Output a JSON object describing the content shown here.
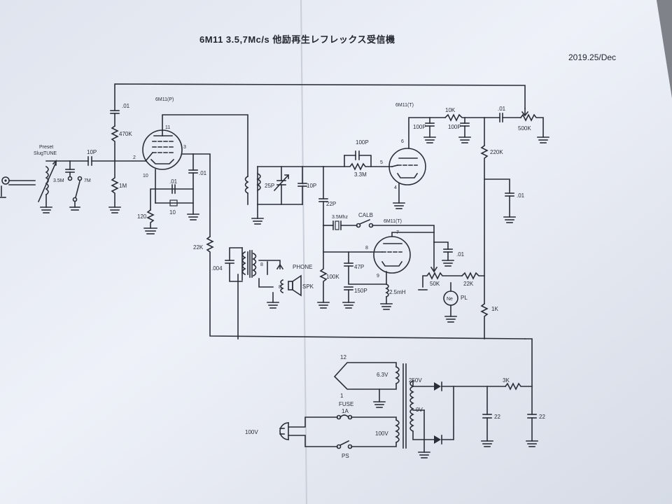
{
  "title": "6M11   3.5,7Mc/s  他励再生レフレックス受信機",
  "date": "2019.25/Dec",
  "tubes": {
    "t1": "6M11(P)",
    "t2": "6M11(T)",
    "t3": "6M11(T)"
  },
  "pins": {
    "p11": "11",
    "p2": "2",
    "p3": "3",
    "p10": "10",
    "p6": "6",
    "p5": "5",
    "p4": "4",
    "p7": "7",
    "p8": "8",
    "p9": "9",
    "p12": "12",
    "p1": "1",
    "p8b": "8",
    "p8c": "8"
  },
  "labels": {
    "preset": "Preset",
    "slugtune": "SlugTUNE",
    "band35": "3.5M",
    "band7": "7M",
    "c01a": ".01",
    "r470k": "470K",
    "c10p": "10P",
    "r1m": "1M",
    "c01b": ".01",
    "c01c": ".01",
    "c10": "10",
    "r120": "120",
    "r22k": "22K",
    "c004": ".004",
    "c25p": "25P",
    "c10pb": "10P",
    "c100p": "100P",
    "r33m": "3.3M",
    "c22p": "22P",
    "x35": "3.5Mhz",
    "calb": "CALB",
    "c47p": "47P",
    "c150p": "150P",
    "r100k": "100K",
    "l25mh": "2.5mH",
    "phone": "PHONE",
    "spk": "SPK",
    "c100pa": "100P",
    "r10k": "10K",
    "c100pb": "100P",
    "c01d": ".01",
    "r500k": "500K",
    "r220k": "220K",
    "c01e": ".01",
    "c01f": ".01",
    "r50k": "50K",
    "r22kb": "22K",
    "ne": "Ne",
    "pl": "PL",
    "r1k": "1K",
    "v63": "6.3V",
    "v250": "250V",
    "v0": "0V",
    "fuse": "FUSE",
    "fuse1a": "1A",
    "v100": "100V",
    "v100b": "100V",
    "ps": "PS",
    "r3k": "3K",
    "c22a": "22",
    "c22b": "22"
  },
  "colors": {
    "ink": "#2a2e38",
    "paper": "#e9edf6",
    "surround": "#8f9399"
  }
}
